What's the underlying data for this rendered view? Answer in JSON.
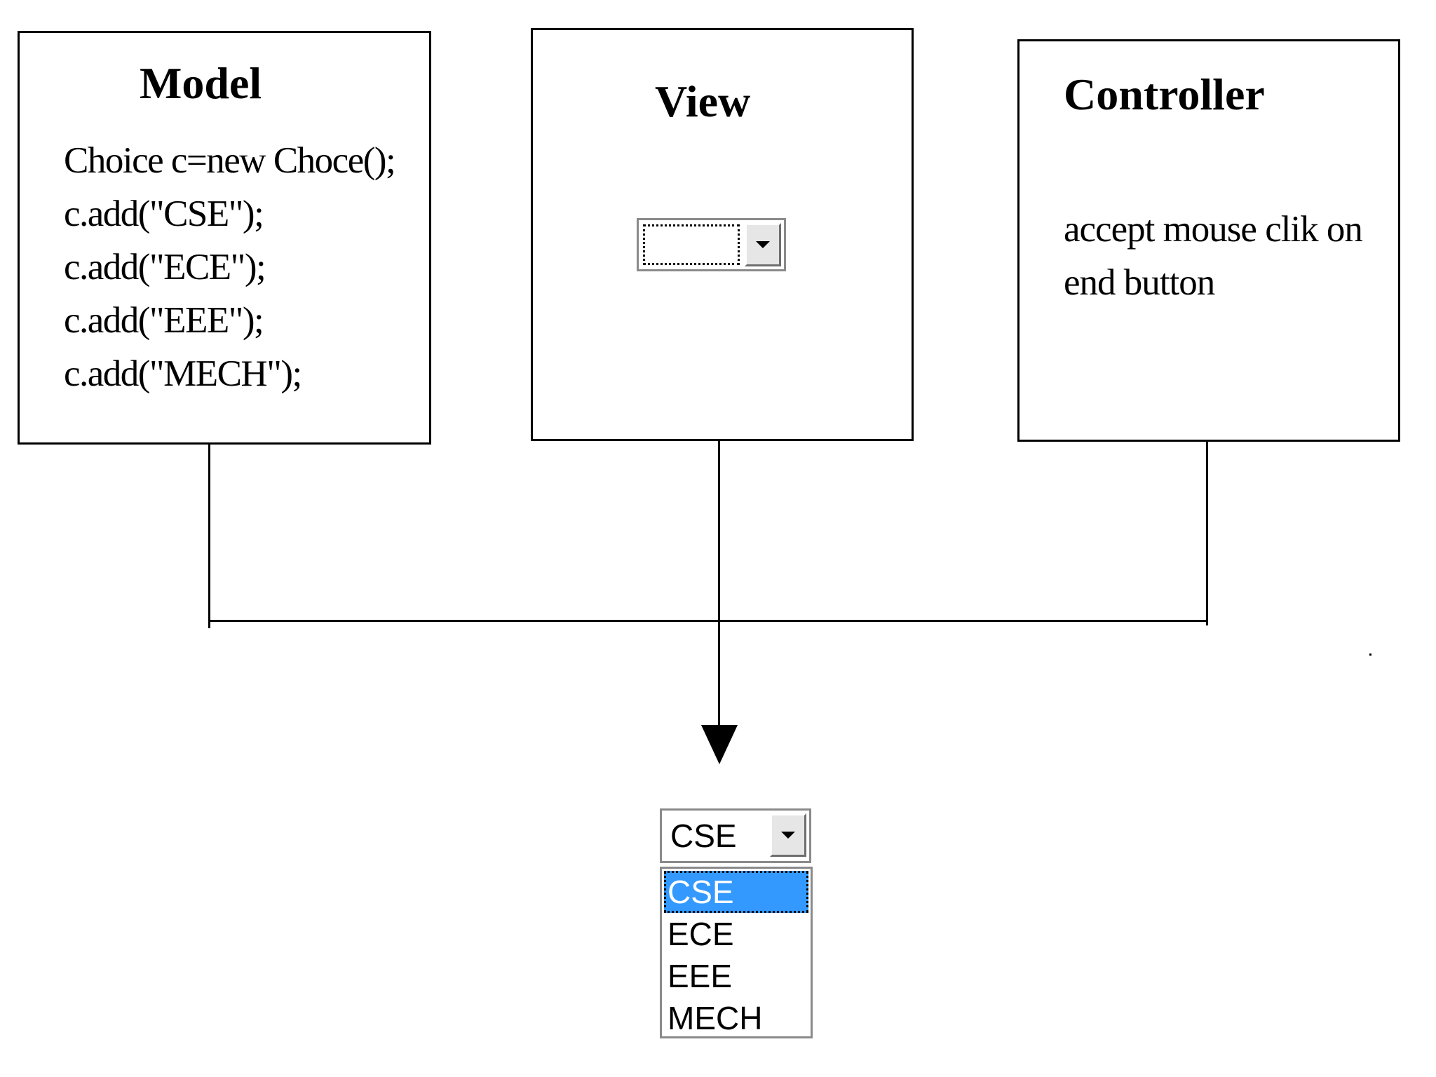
{
  "model": {
    "title": "Model",
    "code_lines": [
      "Choice c=new Choce();",
      "c.add(\"CSE\");",
      "c.add(\"ECE\");",
      "c.add(\"EEE\");",
      "c.add(\"MECH\");"
    ]
  },
  "view": {
    "title": "View",
    "combo_value": ""
  },
  "controller": {
    "title": "Controller",
    "description": "accept mouse clik on end button"
  },
  "result": {
    "selected_value": "CSE",
    "options": [
      "CSE",
      "ECE",
      "EEE",
      "MECH"
    ],
    "highlighted_option": "CSE"
  },
  "colors": {
    "highlight": "#3399ff",
    "border": "#000000",
    "widget_border": "#8a8a8a"
  }
}
